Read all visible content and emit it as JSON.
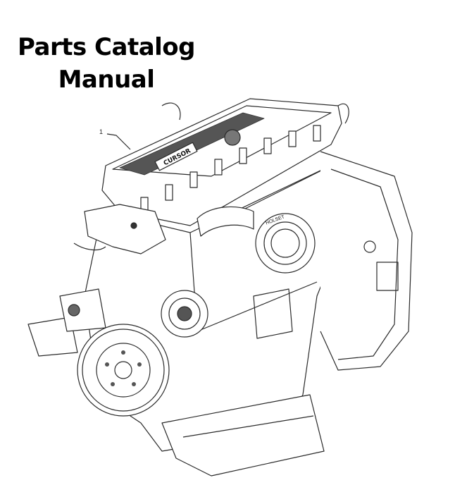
{
  "title": {
    "line1": "Parts Catalog",
    "line2": "Manual"
  },
  "illustration": {
    "subject": "engine-line-drawing",
    "callout": "1",
    "engraved_labels": [
      "CURSOR",
      "HOLSET"
    ]
  },
  "colors": {
    "line": "#2a2a2a",
    "background": "#ffffff"
  }
}
